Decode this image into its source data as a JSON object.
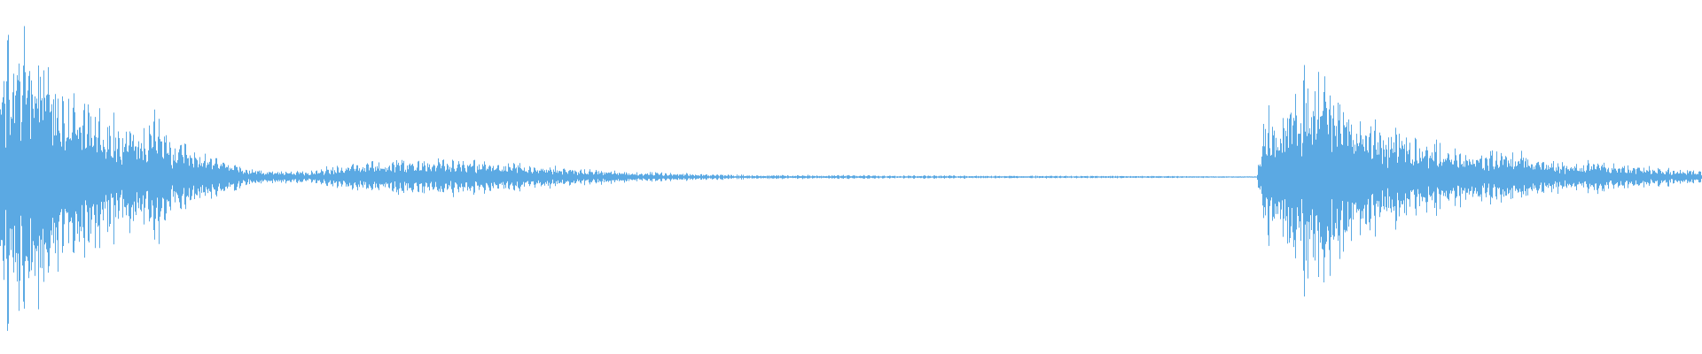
{
  "waveform": {
    "color": "#5ba9e3",
    "background": "#ffffff",
    "amplitude_envelope": [
      [
        0.0,
        0.78
      ],
      [
        0.006,
        0.92
      ],
      [
        0.011,
        0.84
      ],
      [
        0.016,
        0.98
      ],
      [
        0.02,
        0.86
      ],
      [
        0.024,
        0.76
      ],
      [
        0.028,
        0.71
      ],
      [
        0.033,
        0.64
      ],
      [
        0.038,
        0.6
      ],
      [
        0.044,
        0.56
      ],
      [
        0.05,
        0.52
      ],
      [
        0.056,
        0.47
      ],
      [
        0.062,
        0.43
      ],
      [
        0.068,
        0.39
      ],
      [
        0.074,
        0.36
      ],
      [
        0.08,
        0.33
      ],
      [
        0.086,
        0.29
      ],
      [
        0.092,
        0.46
      ],
      [
        0.097,
        0.27
      ],
      [
        0.104,
        0.22
      ],
      [
        0.112,
        0.18
      ],
      [
        0.12,
        0.15
      ],
      [
        0.128,
        0.14
      ],
      [
        0.134,
        0.12
      ],
      [
        0.14,
        0.07
      ],
      [
        0.15,
        0.05
      ],
      [
        0.16,
        0.045
      ],
      [
        0.17,
        0.04
      ],
      [
        0.18,
        0.035
      ],
      [
        0.19,
        0.06
      ],
      [
        0.2,
        0.075
      ],
      [
        0.215,
        0.095
      ],
      [
        0.23,
        0.105
      ],
      [
        0.245,
        0.115
      ],
      [
        0.26,
        0.12
      ],
      [
        0.272,
        0.115
      ],
      [
        0.29,
        0.1
      ],
      [
        0.305,
        0.085
      ],
      [
        0.32,
        0.07
      ],
      [
        0.34,
        0.055
      ],
      [
        0.36,
        0.04
      ],
      [
        0.38,
        0.03
      ],
      [
        0.4,
        0.022
      ],
      [
        0.42,
        0.018
      ],
      [
        0.44,
        0.014
      ],
      [
        0.46,
        0.012
      ],
      [
        0.49,
        0.012
      ],
      [
        0.52,
        0.011
      ],
      [
        0.56,
        0.01
      ],
      [
        0.6,
        0.009
      ],
      [
        0.64,
        0.008
      ],
      [
        0.68,
        0.007
      ],
      [
        0.7,
        0.006
      ],
      [
        0.72,
        0.004
      ],
      [
        0.738,
        0.003
      ],
      [
        0.745,
        0.5
      ],
      [
        0.752,
        0.4
      ],
      [
        0.76,
        0.56
      ],
      [
        0.768,
        0.74
      ],
      [
        0.776,
        0.7
      ],
      [
        0.784,
        0.55
      ],
      [
        0.792,
        0.48
      ],
      [
        0.8,
        0.38
      ],
      [
        0.81,
        0.33
      ],
      [
        0.82,
        0.29
      ],
      [
        0.832,
        0.26
      ],
      [
        0.845,
        0.22
      ],
      [
        0.858,
        0.19
      ],
      [
        0.87,
        0.17
      ],
      [
        0.882,
        0.16
      ],
      [
        0.895,
        0.15
      ],
      [
        0.905,
        0.12
      ],
      [
        0.915,
        0.1
      ],
      [
        0.928,
        0.09
      ],
      [
        0.94,
        0.1
      ],
      [
        0.952,
        0.08
      ],
      [
        0.965,
        0.07
      ],
      [
        0.978,
        0.06
      ],
      [
        0.99,
        0.05
      ],
      [
        1.0,
        0.04
      ]
    ]
  }
}
